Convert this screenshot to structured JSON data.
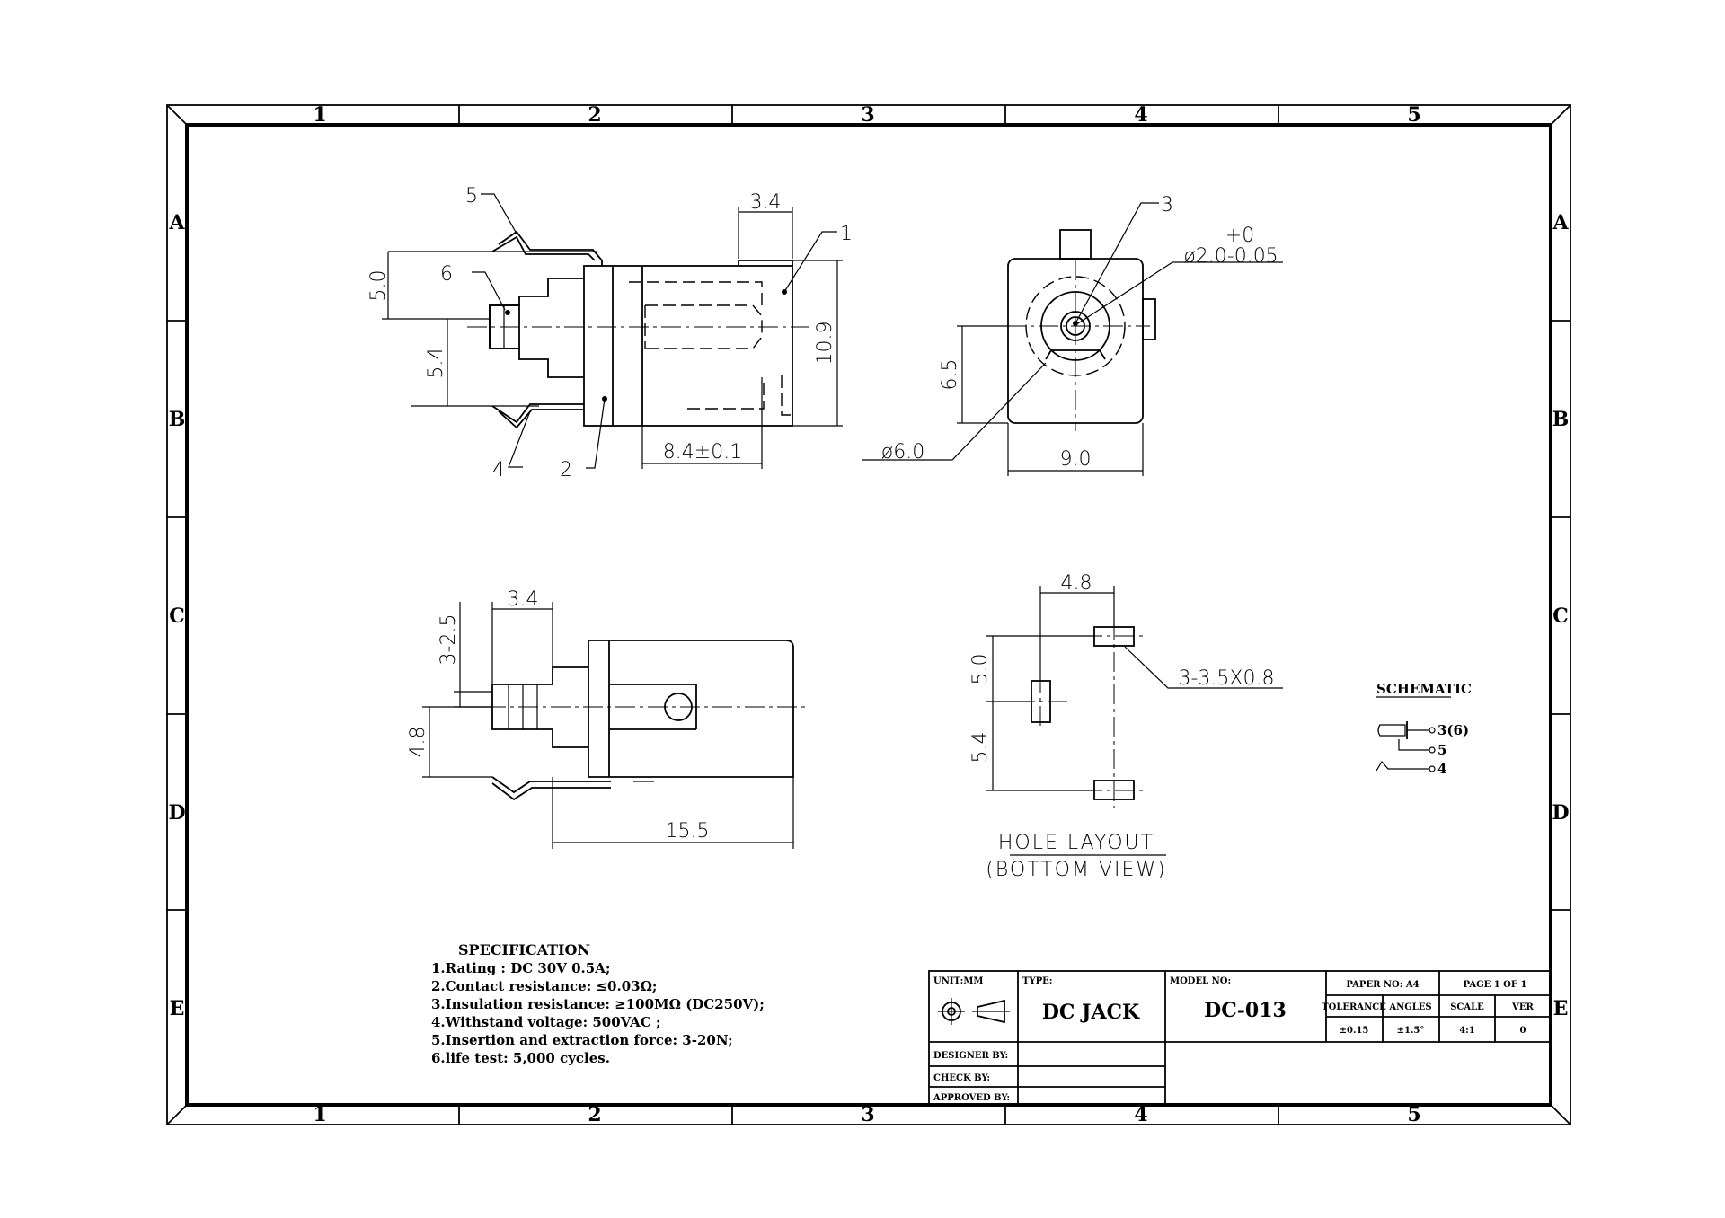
{
  "grid": {
    "columns": [
      "1",
      "2",
      "3",
      "4",
      "5"
    ],
    "rows": [
      "A",
      "B",
      "C",
      "D",
      "E"
    ]
  },
  "side_view": {
    "labels": {
      "p1": "1",
      "p2": "2",
      "p4": "4",
      "p5": "5",
      "p6": "6"
    },
    "dims": {
      "top_width": "3.4",
      "left_upper": "5.0",
      "left_lower": "5.4",
      "height": "10.9",
      "body_length": "8.4±0.1"
    }
  },
  "front_view": {
    "labels": {
      "p3": "3"
    },
    "dims": {
      "pin_tol_top": "+0",
      "pin_dia": "ø2.0-0.05",
      "hole_dia": "ø6.0",
      "height": "6.5",
      "width": "9.0"
    }
  },
  "bottom_view": {
    "dims": {
      "width": "3.4",
      "pin_pitch": "3-2.5",
      "height": "4.8",
      "length": "15.5"
    }
  },
  "hole_layout": {
    "dims": {
      "spacing_x": "4.8",
      "upper": "5.0",
      "lower": "5.4",
      "slot": "3-3.5X0.8"
    },
    "title": "HOLE LAYOUT",
    "subtitle": "(BOTTOM VIEW)"
  },
  "schematic": {
    "title": "SCHEMATIC",
    "pins": [
      "3(6)",
      "5",
      "4"
    ]
  },
  "specification": {
    "title": "SPECIFICATION",
    "lines": [
      "1.Rating : DC 30V 0.5A;",
      "2.Contact resistance: ≤0.03Ω;",
      "3.Insulation resistance: ≥100MΩ  (DC250V);",
      "4.Withstand voltage: 500VAC ;",
      "5.Insertion and extraction force: 3-20N;",
      "6.life test: 5,000 cycles."
    ]
  },
  "title_block": {
    "unit": "UNIT:MM",
    "type_label": "TYPE:",
    "type_value": "DC  JACK",
    "model_label": "MODEL NO:",
    "model_value": "DC-013",
    "paper": "PAPER NO: A4",
    "page": "PAGE 1 OF 1",
    "tolerance_label": "TOLERANCE",
    "angles_label": "ANGLES",
    "scale_label": "SCALE",
    "ver_label": "VER",
    "tolerance_value": "±0.15",
    "angles_value": "±1.5°",
    "scale_value": "4:1",
    "ver_value": "0",
    "designer": "DESIGNER BY:",
    "check": "CHECK    BY:",
    "approved": "APPROVED BY:"
  }
}
